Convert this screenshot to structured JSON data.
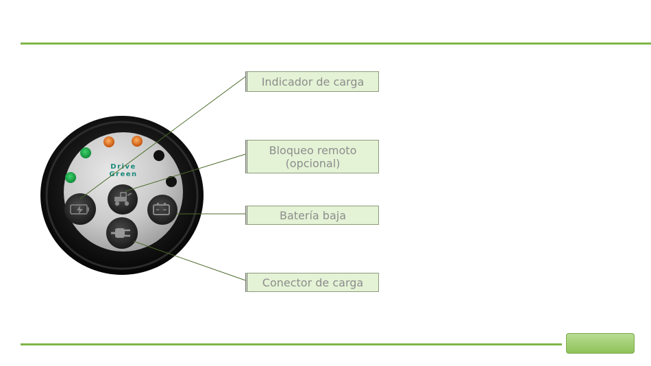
{
  "labels": {
    "charge_indicator": "Indicador de carga",
    "remote_lock_line1": "Bloqueo remoto",
    "remote_lock_line2": "(opcional)",
    "low_battery": "Batería baja",
    "charge_connector": "Conector de carga"
  },
  "device": {
    "brand_line1": "Drive",
    "brand_line2": "Green"
  },
  "icons": {
    "charge_button": "battery-bolt-icon",
    "remote_button": "vehicle-icon",
    "battery_button": "battery-icon",
    "connector_button": "plug-icon"
  },
  "colors": {
    "accent": "#7fb446",
    "callout_fill": "#e4f2d5",
    "led_green": "#1aa34a",
    "led_orange": "#d9620f",
    "led_off": "#111111"
  }
}
